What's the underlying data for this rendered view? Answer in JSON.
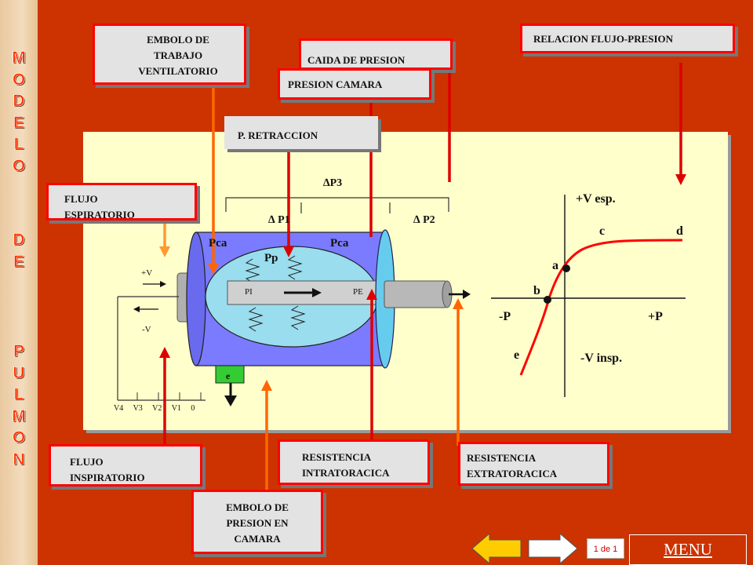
{
  "sidebar": {
    "word1": [
      "M",
      "O",
      "D",
      "E",
      "L",
      "O"
    ],
    "word2": [
      "D",
      "E"
    ],
    "word3": [
      "P",
      "U",
      "L",
      "M",
      "O",
      "N"
    ]
  },
  "labels": {
    "embolo_trabajo": [
      "EMBOLO  DE",
      "TRABAJO",
      "VENTILATORIO"
    ],
    "caida_presion": "CAIDA DE PRESION",
    "presion_camara": "PRESION CAMARA",
    "relacion_flujo": "RELACION FLUJO-PRESION",
    "p_retraccion": "P. RETRACCION",
    "flujo_espiratorio": [
      "FLUJO",
      "ESPIRATORIO"
    ],
    "flujo_inspiratorio": [
      "FLUJO",
      "INSPIRATORIO"
    ],
    "resistencia_intra": [
      "RESISTENCIA",
      "INTRATORACICA"
    ],
    "resistencia_extra": [
      "RESISTENCIA",
      "EXTRATORACICA"
    ],
    "embolo_presion": [
      "EMBOLO  DE",
      "PRESION  EN",
      "CAMARA"
    ]
  },
  "diagram": {
    "dp3": "∆P3",
    "dp1": "∆  P1",
    "dp2": "∆  P2",
    "pca_left": "Pca",
    "pca_right": "Pca",
    "pp": "Pp",
    "pi": "PI",
    "pe": "PE",
    "e_valve": "e",
    "plus_v": "+V",
    "minus_v": "-V",
    "scale": [
      "V4",
      "V3",
      "V2",
      "V1",
      "0"
    ]
  },
  "graph": {
    "plus_v_esp": "+V  esp.",
    "minus_v_insp": "-V  insp.",
    "minus_p": "-P",
    "plus_p": "+P",
    "a": "a",
    "b": "b",
    "c": "c",
    "d": "d",
    "e": "e"
  },
  "nav": {
    "page": "1 de 1",
    "menu": "MENU"
  },
  "colors": {
    "background": "#cc3300",
    "panel": "#ffffcc",
    "chamber": "#7b7bff",
    "lung": "#99ddee",
    "arrow_red": "#ff0000",
    "arrow_orange": "#ff6600"
  }
}
